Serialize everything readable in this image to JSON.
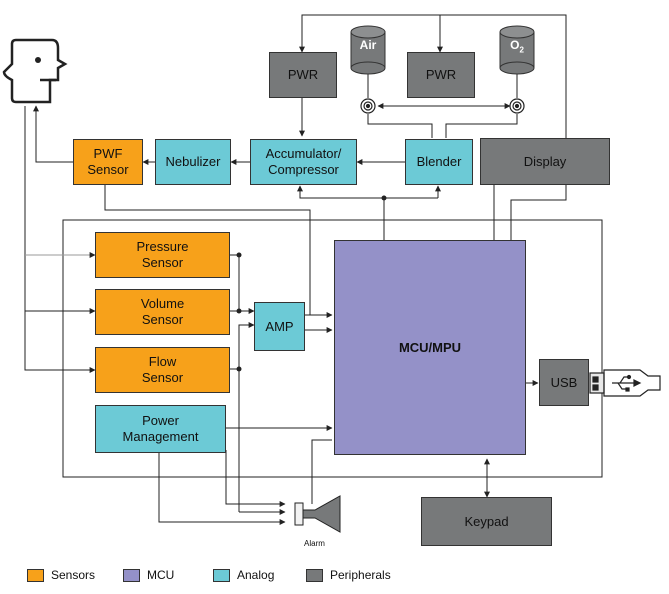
{
  "colors": {
    "sensor": "#f7a11a",
    "mcu": "#9491c8",
    "analog": "#6ccad6",
    "peripheral": "#77797a",
    "line": "#222222"
  },
  "blocks": {
    "pwr_left": "PWR",
    "pwr_right": "PWR",
    "air": "Air",
    "o2": "O",
    "o2_sub": "2",
    "pwf_sensor_l1": "PWF",
    "pwf_sensor_l2": "Sensor",
    "nebulizer": "Nebulizer",
    "accumulator_l1": "Accumulator/",
    "accumulator_l2": "Compressor",
    "blender": "Blender",
    "display": "Display",
    "pressure_l1": "Pressure",
    "pressure_l2": "Sensor",
    "volume_l1": "Volume",
    "volume_l2": "Sensor",
    "flow_l1": "Flow",
    "flow_l2": "Sensor",
    "amp": "AMP",
    "power_l1": "Power",
    "power_l2": "Management",
    "mcu": "MCU/MPU",
    "usb": "USB",
    "keypad": "Keypad",
    "alarm": "Alarm"
  },
  "icons": [
    "patient-head-icon",
    "air-tank-icon",
    "oxygen-tank-icon",
    "valve-icon",
    "speaker-icon",
    "usb-plug-icon"
  ],
  "legend": [
    {
      "label": "Sensors",
      "color": "#f7a11a"
    },
    {
      "label": "MCU",
      "color": "#9491c8"
    },
    {
      "label": "Analog",
      "color": "#6ccad6"
    },
    {
      "label": "Peripherals",
      "color": "#77797a"
    }
  ]
}
